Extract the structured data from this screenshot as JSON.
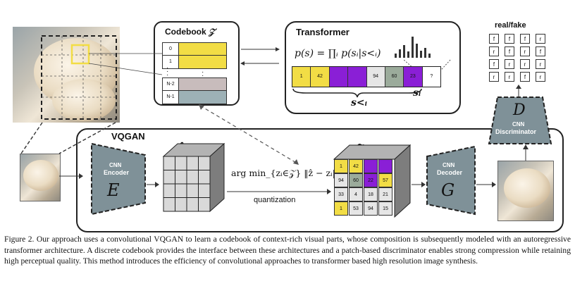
{
  "codebook": {
    "title": "Codebook",
    "symbol": "𝒵",
    "rows": [
      {
        "index": "0",
        "color": "#f2dd45"
      },
      {
        "index": "1",
        "color": "#f2dd45"
      },
      {
        "index": "N-2",
        "color": "#c8bcbc"
      },
      {
        "index": "N-1",
        "color": "#9db1b6"
      }
    ]
  },
  "transformer": {
    "title": "Transformer",
    "formula": "p(s) = ∏ᵢ p(sᵢ|s<ᵢ)",
    "sequence": [
      {
        "label": "1",
        "color": "#f2dd45"
      },
      {
        "label": "42",
        "color": "#f2dd45"
      },
      {
        "label": "",
        "color": "#8a1fd6"
      },
      {
        "label": "",
        "color": "#8a1fd6"
      },
      {
        "label": "94",
        "color": "#e6e6e6"
      },
      {
        "label": "60",
        "color": "#9bab9b"
      },
      {
        "label": "23",
        "color": "#8a1fd6"
      },
      {
        "label": "?",
        "color": "#ffffff"
      }
    ],
    "s_less": "s<ᵢ",
    "s_i": "sᵢ"
  },
  "vqgan": {
    "title": "VQGAN"
  },
  "encoder": {
    "line1": "CNN",
    "line2": "Encoder",
    "symbol": "E"
  },
  "decoder": {
    "line1": "CNN",
    "line2": "Decoder",
    "symbol": "G"
  },
  "discriminator": {
    "line1": "CNN",
    "line2": "Discriminator",
    "symbol": "D"
  },
  "zhat": {
    "symbol": "ẑ"
  },
  "zq": {
    "symbol": "z",
    "subscript": "q",
    "grid": [
      [
        {
          "label": "1",
          "color": "#f2dd45"
        },
        {
          "label": "42",
          "color": "#f2dd45"
        },
        {
          "label": "",
          "color": "#8a1fd6"
        },
        {
          "label": "",
          "color": "#8a1fd6"
        }
      ],
      [
        {
          "label": "94",
          "color": "#e6e6e6"
        },
        {
          "label": "60",
          "color": "#9bab9b"
        },
        {
          "label": "22",
          "color": "#8a1fd6"
        },
        {
          "label": "57",
          "color": "#f2dd45"
        }
      ],
      [
        {
          "label": "33",
          "color": "#e6e6e6"
        },
        {
          "label": "4",
          "color": "#e6e6e6"
        },
        {
          "label": "18",
          "color": "#e6e6e6"
        },
        {
          "label": "21",
          "color": "#e6e6e6"
        }
      ],
      [
        {
          "label": "1",
          "color": "#f2dd45"
        },
        {
          "label": "53",
          "color": "#e6e6e6"
        },
        {
          "label": "94",
          "color": "#e6e6e6"
        },
        {
          "label": "15",
          "color": "#e6e6e6"
        }
      ]
    ]
  },
  "quantization": {
    "formula": "arg min_{zᵢ∈𝒵} ‖ẑ − zᵢ‖",
    "label": "quantization"
  },
  "real_fake": {
    "title": "real/fake",
    "grid": [
      [
        "f",
        "f",
        "f",
        "r"
      ],
      [
        "r",
        "f",
        "r",
        "f"
      ],
      [
        "f",
        "r",
        "r",
        "r"
      ],
      [
        "r",
        "r",
        "f",
        "r"
      ]
    ]
  },
  "caption": {
    "text": "Figure 2. Our approach uses a convolutional VQGAN to learn a codebook of context-rich visual parts, whose composition is subsequently modeled with an autoregressive transformer architecture. A discrete codebook provides the interface between these architectures and a patch-based discriminator enables strong compression while retaining high perceptual quality. This method introduces the efficiency of convolutional approaches to transformer based high resolution image synthesis."
  }
}
